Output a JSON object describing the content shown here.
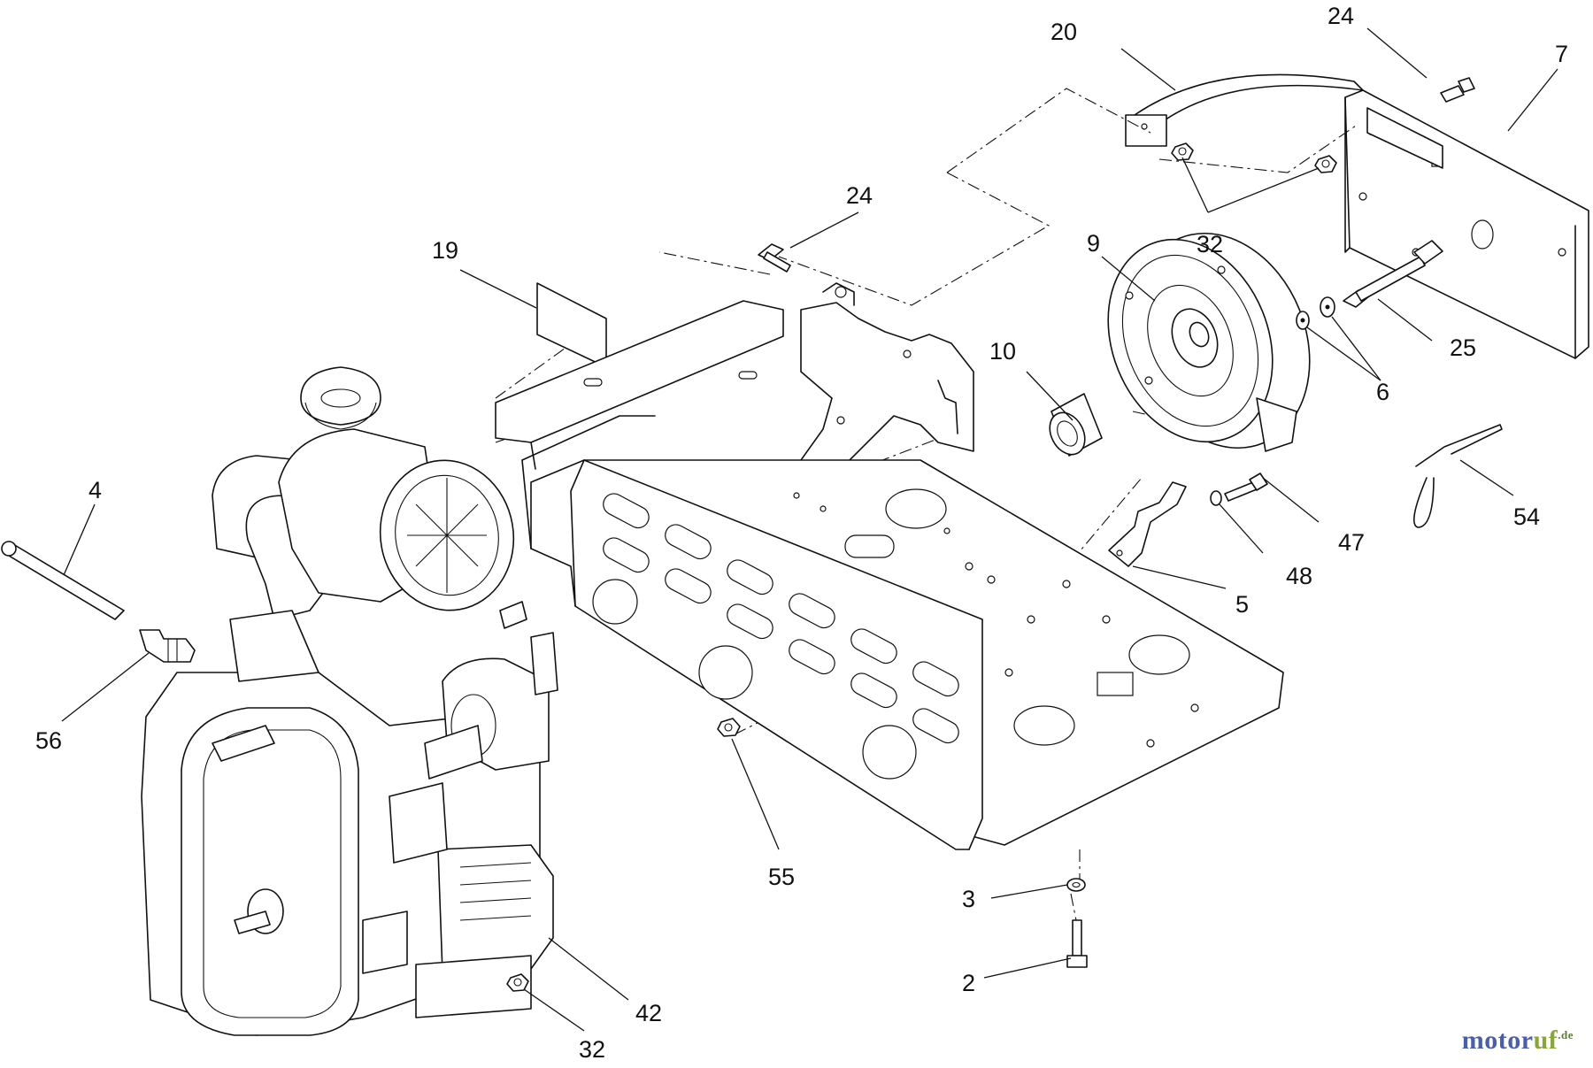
{
  "callouts": {
    "c2": "2",
    "c3": "3",
    "c4": "4",
    "c5": "5",
    "c6": "6",
    "c7": "7",
    "c9": "9",
    "c10": "10",
    "c19": "19",
    "c20": "20",
    "c24a": "24",
    "c24b": "24",
    "c25": "25",
    "c32a": "32",
    "c32b": "32",
    "c42": "42",
    "c47": "47",
    "c48": "48",
    "c54": "54",
    "c55": "55",
    "c56": "56"
  },
  "brand": {
    "name": "motoruf",
    "tld": ".de",
    "colors": {
      "primary": "#4a5fa8",
      "accent": "#8aa63a"
    }
  }
}
